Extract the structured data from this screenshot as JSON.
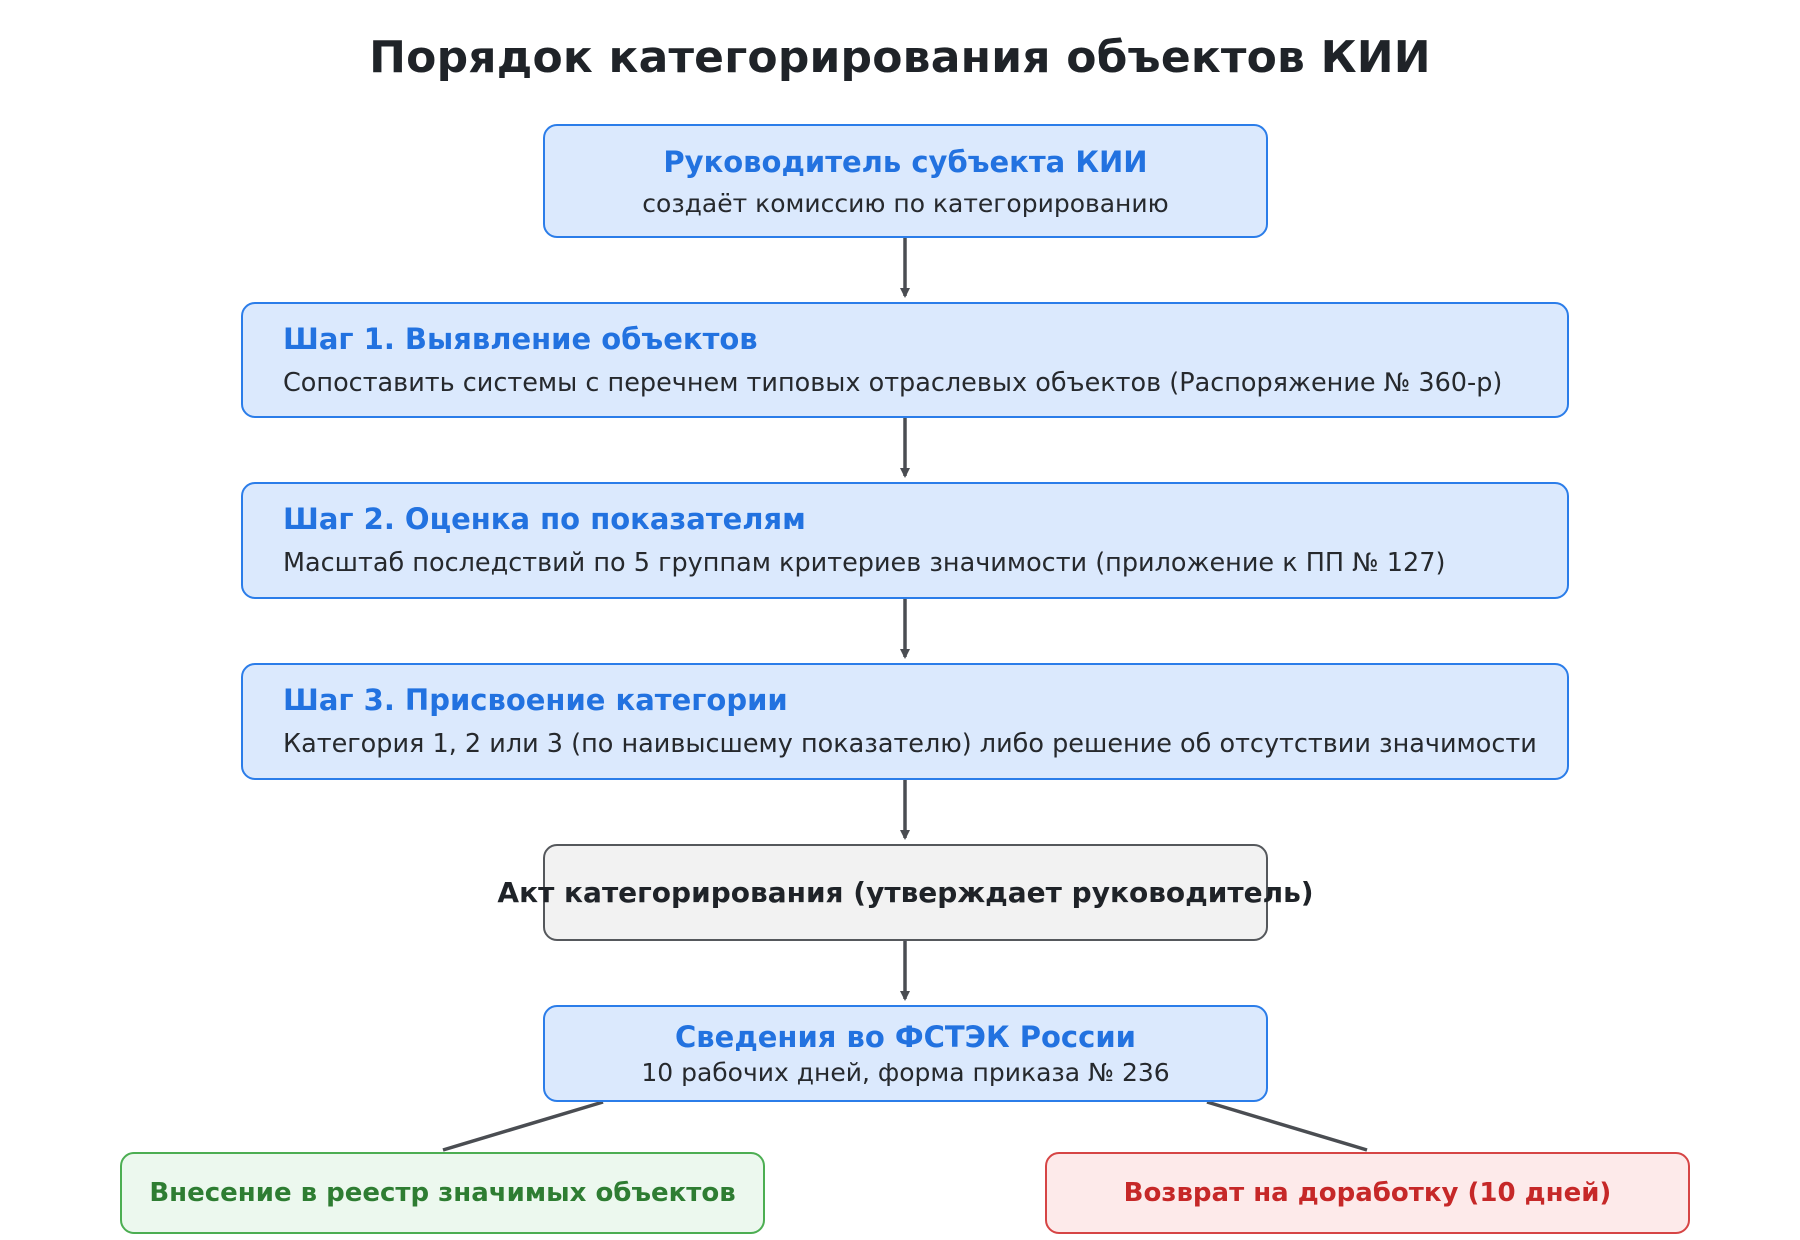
{
  "title": "Порядок категорирования объектов КИИ",
  "nodes": {
    "head": {
      "title": "Руководитель субъекта КИИ",
      "subtitle": "создаёт комиссию по категорированию"
    },
    "step1": {
      "title": "Шаг 1. Выявление объектов",
      "subtitle": "Сопоставить системы с перечнем типовых отраслевых объектов (Распоряжение № 360-р)"
    },
    "step2": {
      "title": "Шаг 2. Оценка по показателям",
      "subtitle": "Масштаб последствий по 5 группам критериев значимости (приложение к ПП № 127)"
    },
    "step3": {
      "title": "Шаг 3. Присвоение категории",
      "subtitle": "Категория 1, 2 или 3 (по наивысшему показателю) либо решение об отсутствии значимости"
    },
    "act": {
      "title": "Акт категорирования (утверждает руководитель)"
    },
    "fstec": {
      "title": "Сведения во ФСТЭК России",
      "subtitle": "10 рабочих дней, форма приказа № 236"
    },
    "registry": {
      "title": "Внесение в реестр значимых объектов"
    },
    "rework": {
      "title": "Возврат на доработку (10 дней)"
    }
  },
  "colors": {
    "primary_border": "#2b7de9",
    "primary_fill": "#dbe9fd",
    "primary_text": "#2272e0",
    "neutral_border": "#55585c",
    "neutral_fill": "#f2f2f2",
    "success_border": "#4cae52",
    "success_fill": "#ecf8ee",
    "success_text": "#2e7d32",
    "danger_border": "#d64545",
    "danger_fill": "#fdeaea",
    "danger_text": "#c62828",
    "connector": "#4a4d52"
  }
}
